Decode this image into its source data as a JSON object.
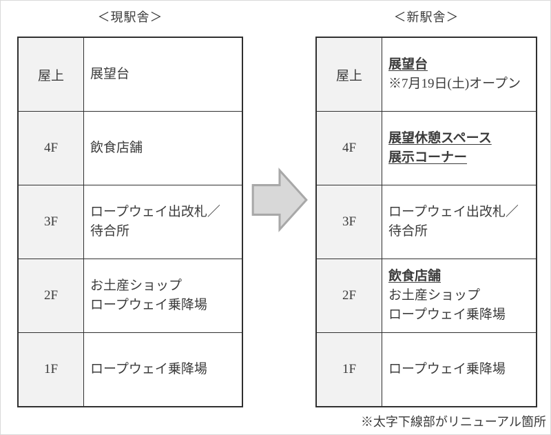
{
  "colors": {
    "text": "#3b3b3b",
    "border": "#2f2f2f",
    "floor_cell_bg": "#f2f2f2",
    "arrow_fill": "#d8d8d8",
    "arrow_stroke": "#a8a8a8"
  },
  "current_station": {
    "title": "＜現駅舎＞",
    "rows": [
      {
        "floor": "屋上",
        "lines": [
          {
            "text": "展望台",
            "renewal": false
          }
        ]
      },
      {
        "floor": "4F",
        "lines": [
          {
            "text": "飲食店舗",
            "renewal": false
          }
        ]
      },
      {
        "floor": "3F",
        "lines": [
          {
            "text": "ロープウェイ出改札／",
            "renewal": false
          },
          {
            "text": "待合所",
            "renewal": false
          }
        ]
      },
      {
        "floor": "2F",
        "lines": [
          {
            "text": "お土産ショップ",
            "renewal": false
          },
          {
            "text": "ロープウェイ乗降場",
            "renewal": false
          }
        ]
      },
      {
        "floor": "1F",
        "lines": [
          {
            "text": "ロープウェイ乗降場",
            "renewal": false
          }
        ]
      }
    ]
  },
  "new_station": {
    "title": "＜新駅舎＞",
    "rows": [
      {
        "floor": "屋上",
        "lines": [
          {
            "text": "展望台",
            "renewal": true
          },
          {
            "text": "※7月19日(土)オープン",
            "renewal": false
          }
        ]
      },
      {
        "floor": "4F",
        "lines": [
          {
            "text": "展望休憩スペース",
            "renewal": true
          },
          {
            "text": "展示コーナー",
            "renewal": true
          }
        ]
      },
      {
        "floor": "3F",
        "lines": [
          {
            "text": "ロープウェイ出改札／",
            "renewal": false
          },
          {
            "text": "待合所",
            "renewal": false
          }
        ]
      },
      {
        "floor": "2F",
        "lines": [
          {
            "text": "飲食店舗",
            "renewal": true
          },
          {
            "text": "お土産ショップ",
            "renewal": false
          },
          {
            "text": "ロープウェイ乗降場",
            "renewal": false
          }
        ]
      },
      {
        "floor": "1F",
        "lines": [
          {
            "text": "ロープウェイ乗降場",
            "renewal": false
          }
        ]
      }
    ]
  },
  "footnote": "※太字下線部がリニューアル箇所"
}
